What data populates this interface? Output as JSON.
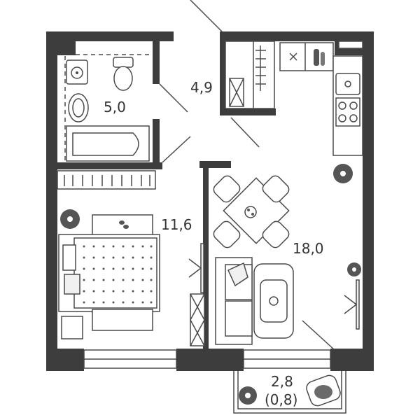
{
  "colors": {
    "wall": "#3d3d3d",
    "line": "#4a4a4a",
    "background": "#ffffff",
    "text": "#333333"
  },
  "rooms": {
    "bathroom": {
      "area": "5,0"
    },
    "hall": {
      "area": "4,9"
    },
    "bedroom": {
      "area": "11,6"
    },
    "kitchen_living": {
      "area": "18,0"
    },
    "balcony": {
      "area": "2,8",
      "reduced_area": "(0,8)"
    }
  },
  "icons": [
    "sink-icon",
    "toilet-icon",
    "bathtub-icon",
    "wardrobe-icon",
    "bed-icon",
    "slippers-icon",
    "plant-icon",
    "stove-icon",
    "kitchen-sink-icon",
    "dining-table-icon",
    "chair-icon",
    "sofa-icon",
    "coffee-table-icon",
    "armchair-icon",
    "vase-icon"
  ]
}
